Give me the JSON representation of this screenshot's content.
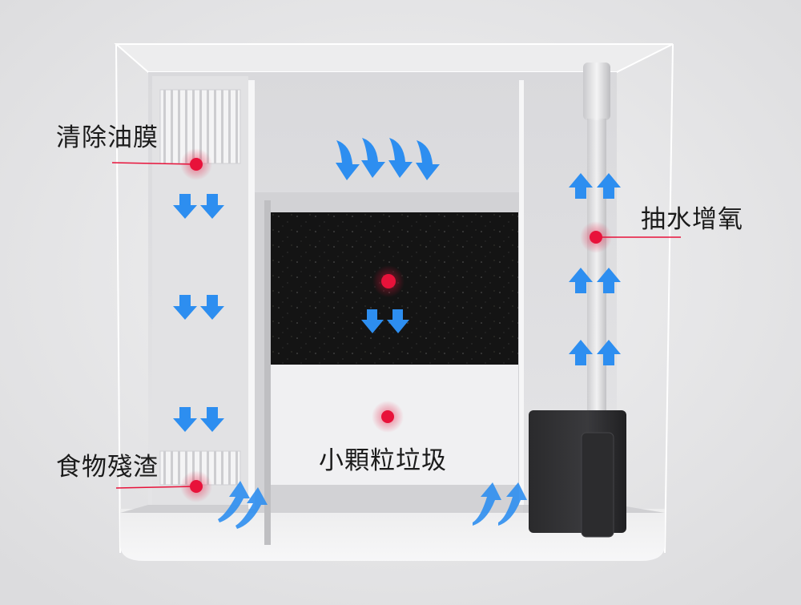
{
  "labels": {
    "oil_film": "清除油膜",
    "food_residue": "食物殘渣",
    "small_particles": "小顆粒垃圾",
    "pump_oxygen": "抽水增氧"
  },
  "colors": {
    "arrow": "#2d8ef0",
    "marker": "#e8123a",
    "sponge": "#141414",
    "background": "#e6e6e7"
  }
}
